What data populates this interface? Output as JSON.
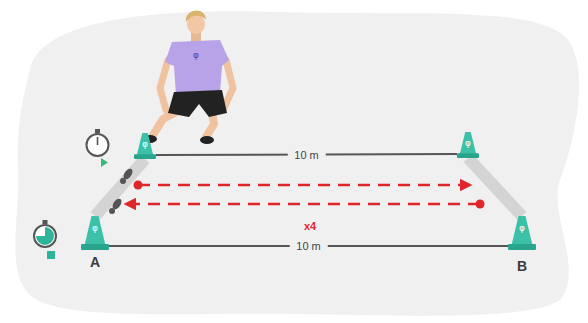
{
  "diagram": {
    "nodes": [
      {
        "text": [
          "φ"
        ]
      },
      {
        "text": [
          "φ"
        ]
      },
      {
        "text": [
          "φ",
          "A"
        ]
      },
      {
        "text": [
          "φ",
          "B"
        ]
      }
    ],
    "edges": [
      {
        "from": 0,
        "to": 1,
        "arrow": "none",
        "label": "10 m"
      },
      {
        "from": 0,
        "to": 2,
        "arrow": "none"
      },
      {
        "from": 1,
        "to": 3,
        "arrow": "none"
      },
      {
        "from": 2,
        "to": 3,
        "arrow": "none",
        "label": "10 m"
      }
    ],
    "labels": [
      "φ",
      "x4"
    ]
  }
}
